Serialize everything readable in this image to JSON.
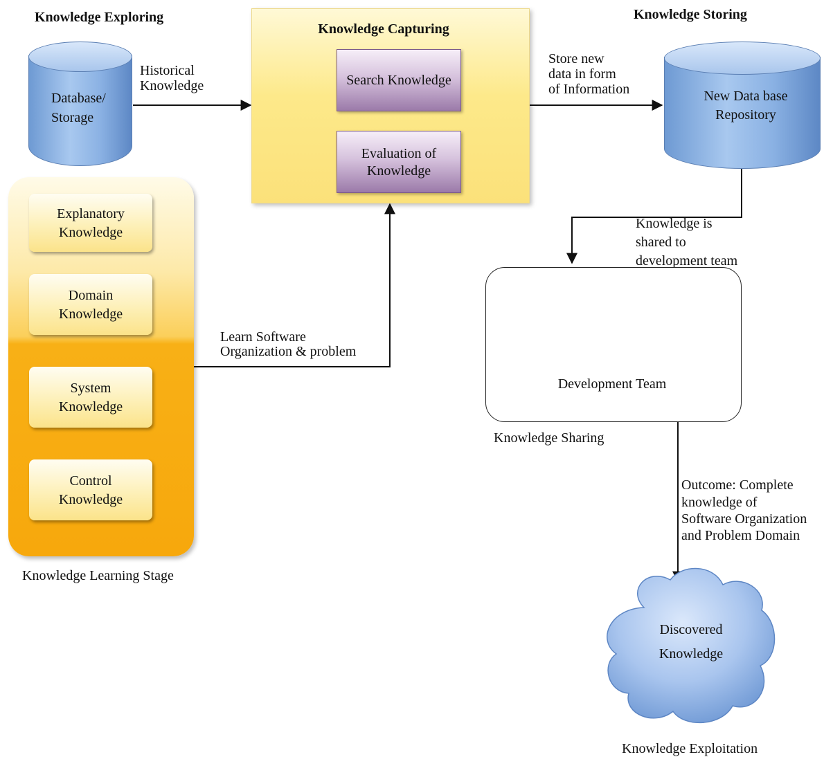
{
  "exploring": {
    "title": "Knowledge Exploring",
    "db_line1": "Database/",
    "db_line2": "Storage",
    "arrow_line1": "Historical",
    "arrow_line2": "Knowledge"
  },
  "capturing": {
    "title": "Knowledge Capturing",
    "search": "Search Knowledge",
    "eval_line1": "Evaluation of",
    "eval_line2": "Knowledge"
  },
  "storing": {
    "title": "Knowledge Storing",
    "arrow_line1": "Store new",
    "arrow_line2": "data in form",
    "arrow_line3": "of Information",
    "repo_line1": "New Data base",
    "repo_line2": "Repository"
  },
  "learning": {
    "items": [
      {
        "line1": "Explanatory",
        "line2": "Knowledge"
      },
      {
        "line1": "Domain",
        "line2": "Knowledge"
      },
      {
        "line1": "System",
        "line2": "Knowledge"
      },
      {
        "line1": "Control",
        "line2": "Knowledge"
      }
    ],
    "caption": "Knowledge Learning Stage",
    "arrow_line1": "Learn Software",
    "arrow_line2": "Organization & problem"
  },
  "sharing": {
    "arrow_line1": "Knowledge is",
    "arrow_line2": "shared to",
    "arrow_line3": "development team",
    "team_label": "Development Team",
    "caption": "Knowledge Sharing",
    "person_colors": [
      "#f2a20f",
      "#9ccf7d",
      "#b9b9b9"
    ]
  },
  "exploitation": {
    "outcome_line1": "Outcome: Complete",
    "outcome_line2": "knowledge of",
    "outcome_line3": "Software Organization",
    "outcome_line4": "and Problem Domain",
    "cloud_line1": "Discovered",
    "cloud_line2": "Knowledge",
    "caption": "Knowledge Exploitation"
  }
}
